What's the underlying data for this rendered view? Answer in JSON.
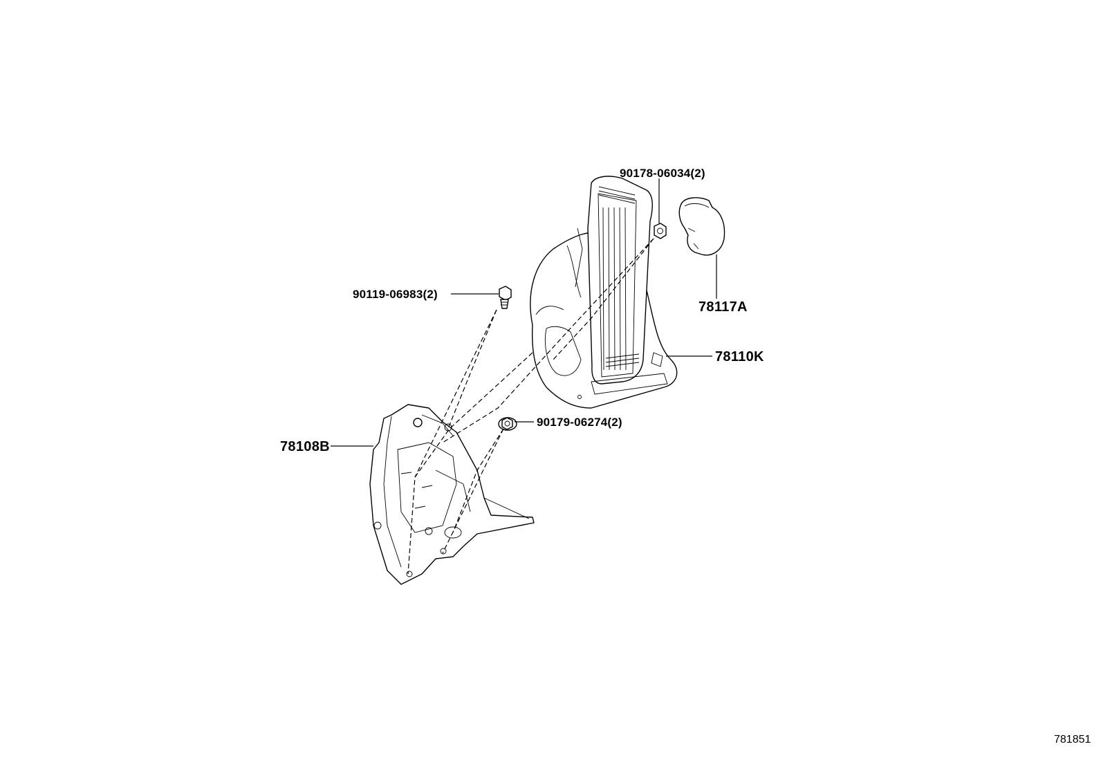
{
  "diagram": {
    "illustration_code": "781851",
    "callouts": [
      {
        "id": "nut-upper",
        "label": "90178-06034(2)"
      },
      {
        "id": "bolt",
        "label": "90119-06983(2)"
      },
      {
        "id": "stopper",
        "label": "78117A"
      },
      {
        "id": "pedal-assy",
        "label": "78110K"
      },
      {
        "id": "nut-lower",
        "label": "90179-06274(2)"
      },
      {
        "id": "bracket",
        "label": "78108B"
      }
    ]
  }
}
